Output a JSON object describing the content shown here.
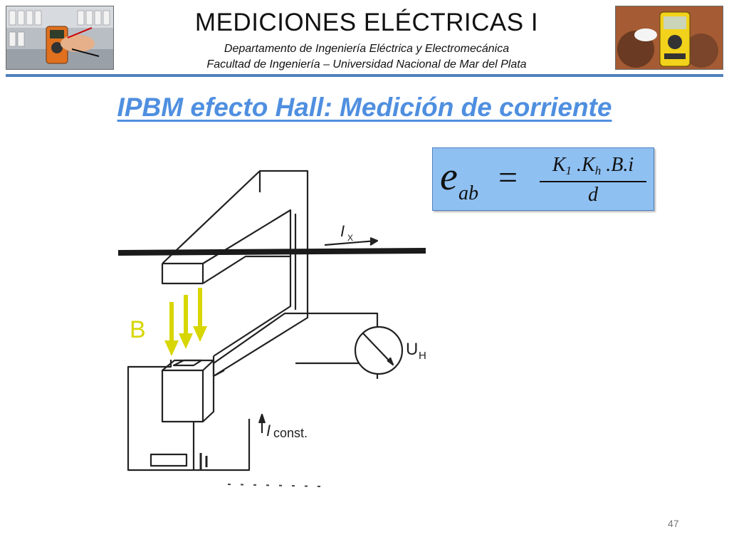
{
  "header": {
    "title": "MEDICIONES ELÉCTRICAS I",
    "department": "Departamento de Ingeniería Eléctrica y Electromecánica",
    "faculty": "Facultad de Ingeniería – Universidad Nacional de Mar del Plata",
    "accent_color": "#4f81bd"
  },
  "slide": {
    "title": "IPBM efecto Hall: Medición de corriente",
    "title_color": "#4f8fe0",
    "page_number": "47"
  },
  "formula": {
    "lhs_symbol": "e",
    "lhs_subscript": "ab",
    "equals": "=",
    "num_k1": "K",
    "num_k1_sub": "1",
    "num_dot1": " .",
    "num_kh": "K",
    "num_kh_sub": "h",
    "num_rest": " .B.i",
    "denominator": "d",
    "box_color": "#8fc0f2"
  },
  "diagram": {
    "field_label": "B",
    "arrow_color": "#d8d600",
    "current_label": "I",
    "current_sub": "X",
    "voltage_label": "U",
    "voltage_sub": "H",
    "const_current_label": "I",
    "const_current_sub": "const."
  }
}
